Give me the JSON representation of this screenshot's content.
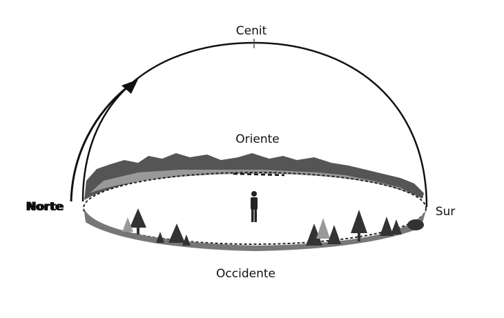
{
  "labels": {
    "zenith": "Cenit",
    "east": "Oriente",
    "north": "Norte",
    "south": "Sur",
    "west": "Occidente"
  }
}
